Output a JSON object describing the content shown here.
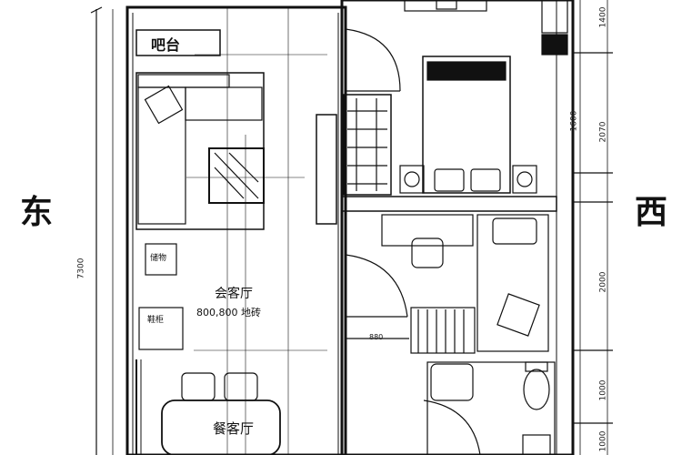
{
  "plan": {
    "compass": {
      "east": "东",
      "west": "西"
    },
    "rooms": {
      "bar": "吧台",
      "living_room": "会客厅",
      "living_floor": "800,800 地砖",
      "dining_room": "餐客厅"
    },
    "dimensions": {
      "left_total": "7300",
      "right_top": "1400",
      "right_bed": "2070",
      "right_bed_inner": "1600",
      "right_mid": "2000",
      "right_low": "1000",
      "right_bottom": "1000",
      "stair_width": "880"
    },
    "furniture_labels": {
      "cabinet": "鞋柜",
      "sideboard": "储物"
    }
  }
}
